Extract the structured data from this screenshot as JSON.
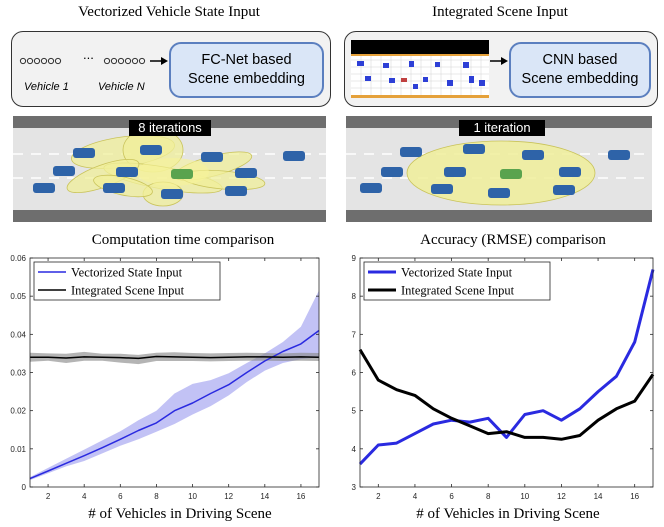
{
  "top": {
    "left_title": "Vectorized Vehicle State Input",
    "right_title": "Integrated Scene Input",
    "vehicle_1": "Vehicle 1",
    "vehicle_n": "Vehicle N",
    "dots_separator": "...",
    "fcnet_line1": "FC-Net based",
    "fcnet_line2": "Scene embedding",
    "cnn_line1": "CNN based",
    "cnn_line2": "Scene embedding",
    "left_iterations": "8 iterations",
    "right_iterations": "1 iteration"
  },
  "colors": {
    "blue_series": "#2a2ae0",
    "blue_band": "#9999ee",
    "black_series": "#000000",
    "gray_band": "#8c8c8c",
    "box_fill": "#dae6f7",
    "box_border": "#5b7fbf",
    "ellipse": "#f0ef9a",
    "car_blue": "#2e63a8",
    "car_green": "#5aa34e"
  },
  "chart_data": [
    {
      "type": "line",
      "title": "Computation time comparison",
      "xlabel": "# of Vehicles in Driving Scene",
      "ylabel": "",
      "xlim": [
        1,
        17
      ],
      "ylim": [
        0,
        0.06
      ],
      "xticks": [
        "2",
        "4",
        "6",
        "8",
        "10",
        "12",
        "14",
        "16"
      ],
      "yticks": [
        "0",
        "0.01",
        "0.02",
        "0.03",
        "0.04",
        "0.05",
        "0.06"
      ],
      "grid": false,
      "legend": "top-left",
      "x": [
        1,
        2,
        3,
        4,
        5,
        6,
        7,
        8,
        9,
        10,
        11,
        12,
        13,
        14,
        15,
        16,
        17
      ],
      "series": [
        {
          "name": "Vectorized State Input",
          "values": [
            0.0022,
            0.0042,
            0.0062,
            0.0082,
            0.0103,
            0.0125,
            0.0148,
            0.0168,
            0.02,
            0.022,
            0.0245,
            0.0268,
            0.03,
            0.033,
            0.0355,
            0.0375,
            0.041
          ],
          "band_upper": [
            0.0026,
            0.005,
            0.0074,
            0.0098,
            0.0122,
            0.0146,
            0.0175,
            0.02,
            0.0245,
            0.027,
            0.028,
            0.0298,
            0.0325,
            0.035,
            0.038,
            0.042,
            0.0515
          ],
          "band_lower": [
            0.0018,
            0.0036,
            0.0054,
            0.0068,
            0.0088,
            0.0108,
            0.0125,
            0.0145,
            0.0165,
            0.019,
            0.0212,
            0.024,
            0.0275,
            0.0305,
            0.0325,
            0.0335,
            0.034
          ]
        },
        {
          "name": "Integrated Scene Input",
          "values": [
            0.034,
            0.034,
            0.0338,
            0.0341,
            0.034,
            0.0339,
            0.0337,
            0.0342,
            0.0341,
            0.034,
            0.0339,
            0.034,
            0.0341,
            0.0341,
            0.034,
            0.0341,
            0.034
          ],
          "band_upper": [
            0.0352,
            0.035,
            0.0349,
            0.0354,
            0.0349,
            0.0349,
            0.0346,
            0.0352,
            0.0353,
            0.0351,
            0.035,
            0.0351,
            0.0352,
            0.0351,
            0.035,
            0.0352,
            0.0351
          ],
          "band_lower": [
            0.0328,
            0.0331,
            0.0325,
            0.0331,
            0.0331,
            0.0326,
            0.0322,
            0.033,
            0.033,
            0.033,
            0.0329,
            0.033,
            0.0331,
            0.0331,
            0.033,
            0.0331,
            0.033
          ]
        }
      ]
    },
    {
      "type": "line",
      "title": "Accuracy (RMSE) comparison",
      "xlabel": "# of Vehicles in Driving Scene",
      "ylabel": "",
      "xlim": [
        1,
        17
      ],
      "ylim": [
        3,
        9
      ],
      "xticks": [
        "2",
        "4",
        "6",
        "8",
        "10",
        "12",
        "14",
        "16"
      ],
      "yticks": [
        "3",
        "4",
        "5",
        "6",
        "7",
        "8",
        "9"
      ],
      "grid": false,
      "legend": "top-left",
      "x": [
        1,
        2,
        3,
        4,
        5,
        6,
        7,
        8,
        9,
        10,
        11,
        12,
        13,
        14,
        15,
        16,
        17
      ],
      "series": [
        {
          "name": "Vectorized State Input",
          "values": [
            3.6,
            4.1,
            4.15,
            4.4,
            4.65,
            4.75,
            4.7,
            4.8,
            4.3,
            4.9,
            5.0,
            4.75,
            5.05,
            5.5,
            5.9,
            6.8,
            8.7
          ]
        },
        {
          "name": "Integrated Scene Input",
          "values": [
            6.6,
            5.8,
            5.55,
            5.4,
            5.05,
            4.8,
            4.6,
            4.4,
            4.45,
            4.3,
            4.3,
            4.25,
            4.35,
            4.75,
            5.05,
            5.25,
            5.95
          ]
        }
      ]
    }
  ]
}
